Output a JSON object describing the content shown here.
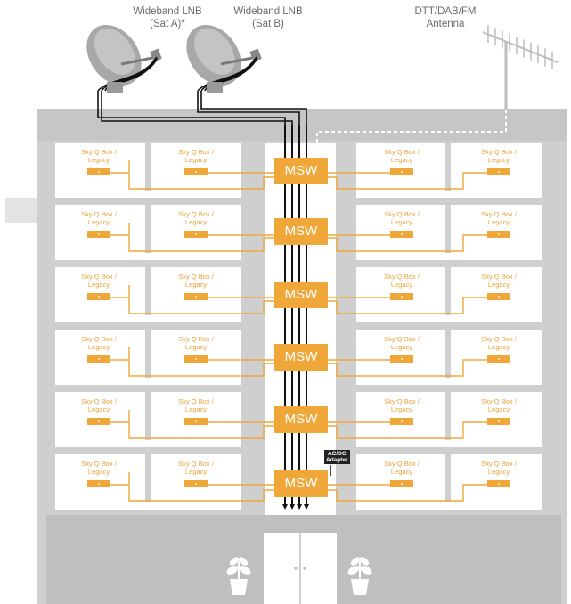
{
  "labels": {
    "lnb_a": "Wideband LNB\n(Sat A)*",
    "lnb_b": "Wideband LNB\n(Sat B)",
    "antenna": "DTT/DAB/FM\nAntenna",
    "box": "Sky Q Box /\nLegacy",
    "msw": "MSW",
    "adapter": "AC/DC\nAdapter"
  },
  "colors": {
    "building": "#cfcfcf",
    "building_dark": "#bdbdbd",
    "orange": "#f0a73a",
    "cable": "#111111",
    "text": "#6b6b6b"
  },
  "floors": 6,
  "boxes_per_floor": 4
}
